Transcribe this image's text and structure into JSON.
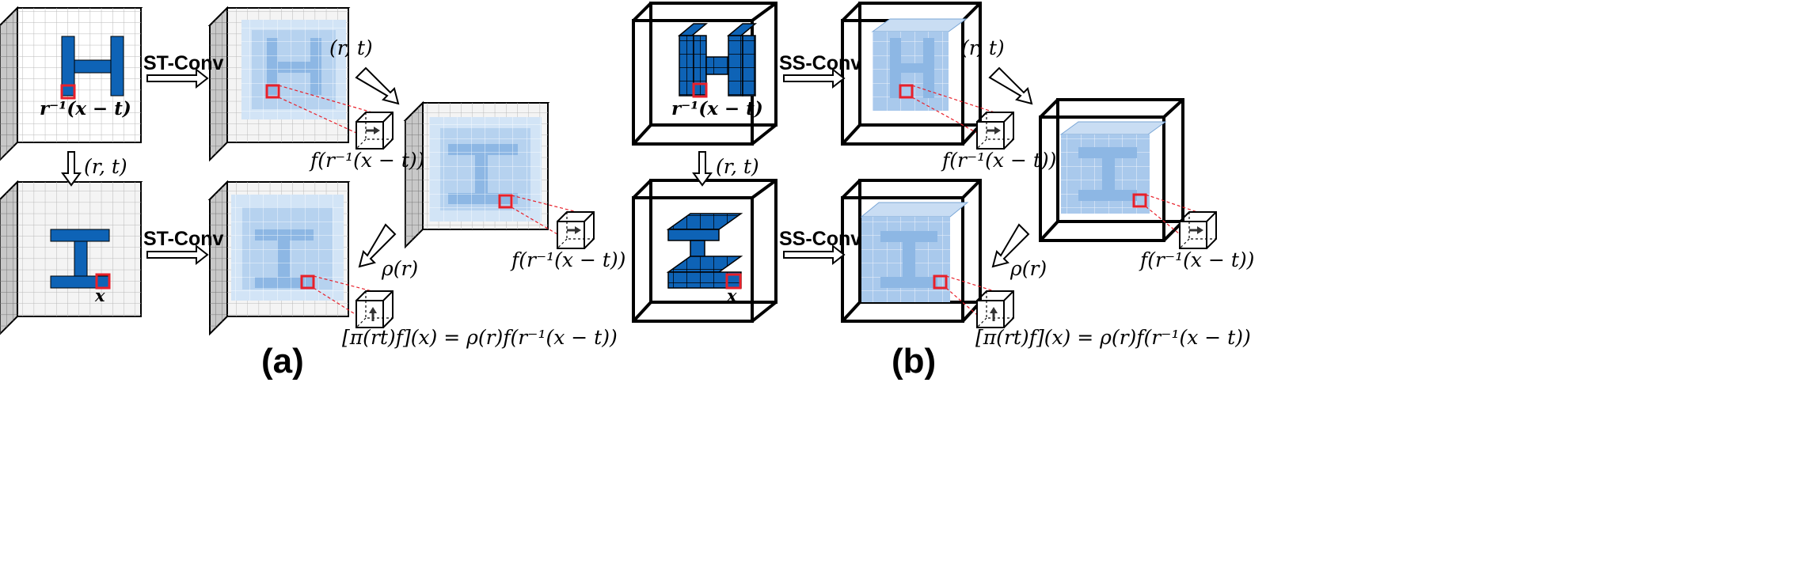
{
  "panels": {
    "a": {
      "label": "(a)",
      "conv_top": "ST-Conv",
      "conv_bottom": "ST-Conv",
      "input_point": "r⁻¹(x − t)",
      "transform_down": "(r, t)",
      "output_point": "x",
      "feature_top": "f(r⁻¹(x − t))",
      "transform_right": "(r, t)",
      "feature_right": "f(r⁻¹(x − t))",
      "rep": "ρ(r)",
      "equation": "[π(rt)f](x) = ρ(r)f(r⁻¹(x − t))"
    },
    "b": {
      "label": "(b)",
      "conv_top": "SS-Conv",
      "conv_bottom": "SS-Conv",
      "input_point": "r⁻¹(x − t)",
      "transform_down": "(r, t)",
      "output_point": "x",
      "feature_top": "f(r⁻¹(x − t))",
      "transform_right": "(r, t)",
      "feature_right": "f(r⁻¹(x − t))",
      "rep": "ρ(r)",
      "equation": "[π(rt)f](x) = ρ(r)f(r⁻¹(x − t))"
    }
  },
  "colors": {
    "dark_blue": "#0e63b6",
    "light_blue": "#a9c9ec",
    "pale_blue": "#d7e8f8",
    "grid_face": "#f2f2f2",
    "highlight_red": "#e8202a"
  }
}
